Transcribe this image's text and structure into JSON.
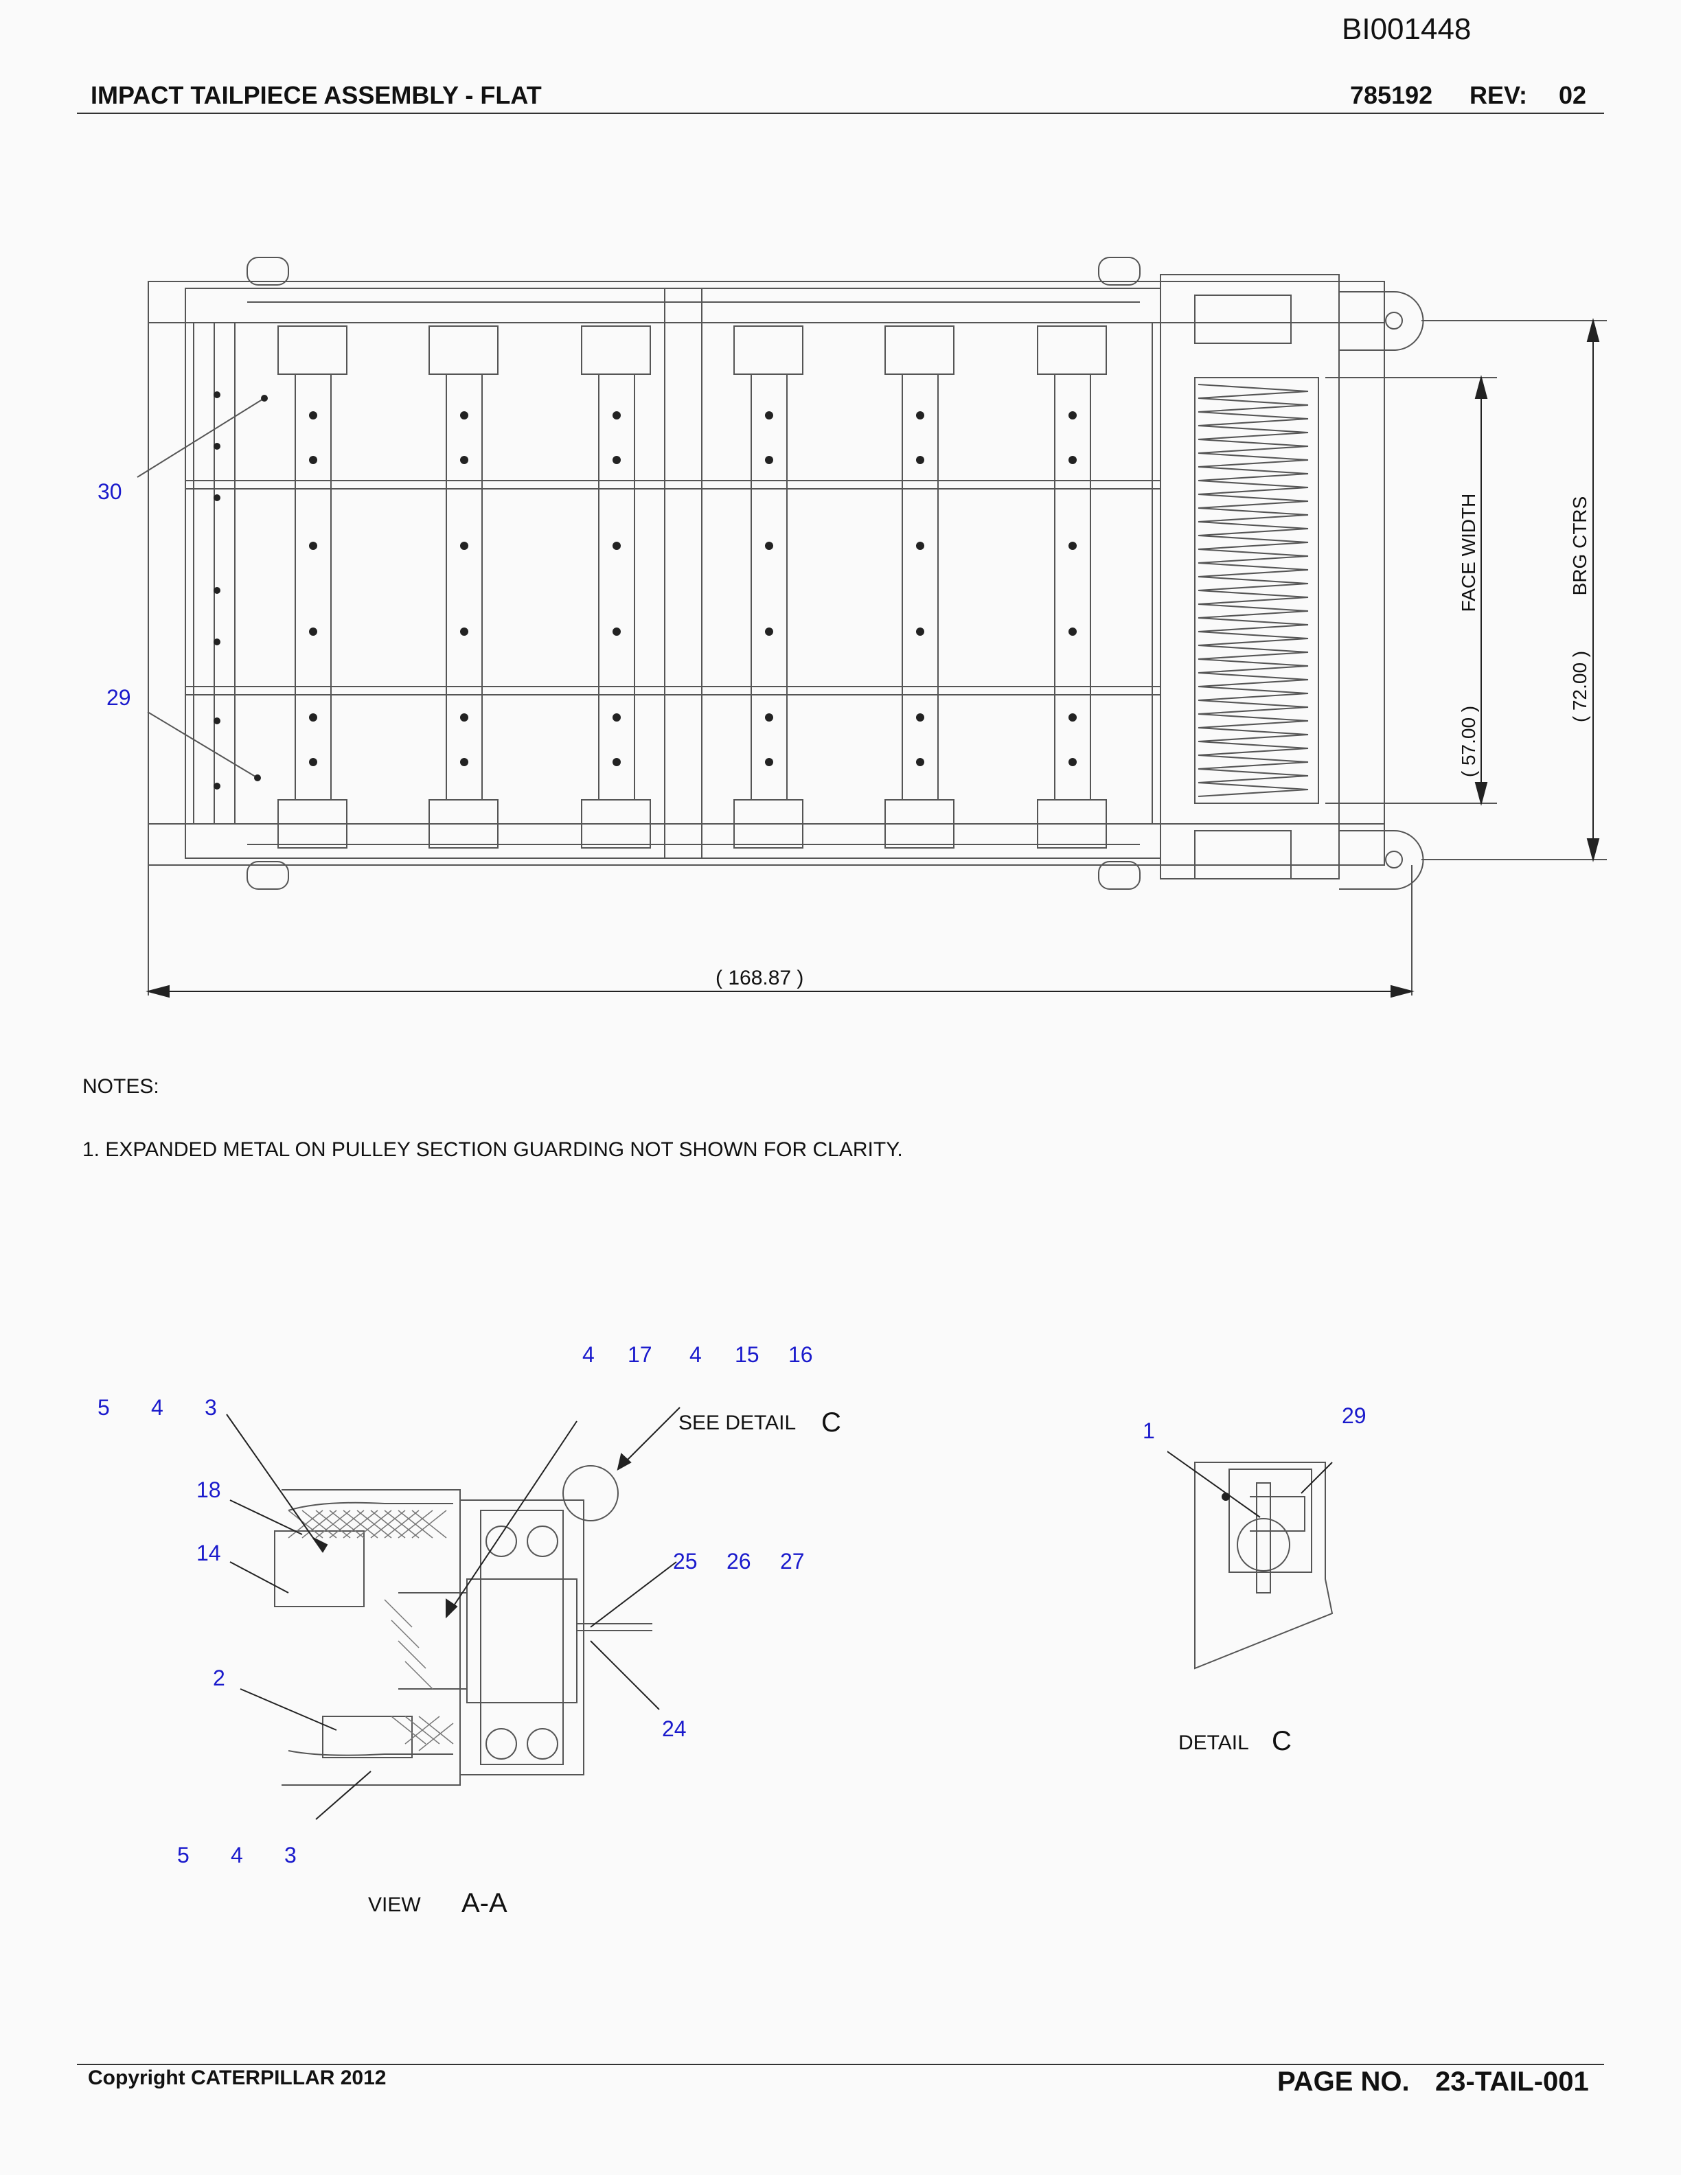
{
  "doc_id": "BI001448",
  "header": {
    "title": "IMPACT TAILPIECE ASSEMBLY - FLAT",
    "part_number": "785192",
    "rev_label": "REV:",
    "rev_value": "02"
  },
  "plan_view": {
    "callouts": [
      "30",
      "29"
    ],
    "dimensions": {
      "length": "( 168.87 )",
      "face_width_value": "( 57.00 )",
      "face_width_label": "FACE WIDTH",
      "brg_ctrs_value": "( 72.00 )",
      "brg_ctrs_label": "BRG CTRS"
    }
  },
  "notes": {
    "heading": "NOTES:",
    "items": [
      "1. EXPANDED METAL ON PULLEY SECTION GUARDING NOT SHOWN FOR CLARITY."
    ]
  },
  "view_aa": {
    "callouts_top_left": [
      "5",
      "4",
      "3"
    ],
    "callouts_top": [
      "4",
      "17",
      "4",
      "15",
      "16"
    ],
    "callout_18": "18",
    "callout_14": "14",
    "callout_2": "2",
    "callouts_25_27": [
      "25",
      "26",
      "27"
    ],
    "callout_24": "24",
    "callouts_bottom": [
      "5",
      "4",
      "3"
    ],
    "see_detail_text": "SEE DETAIL",
    "see_detail_letter": "C",
    "view_word": "VIEW",
    "view_id": "A-A"
  },
  "detail_c": {
    "callout_1": "1",
    "callout_29": "29",
    "label_word": "DETAIL",
    "label_letter": "C"
  },
  "footer": {
    "copyright": "Copyright CATERPILLAR 2012",
    "page_label": "PAGE NO.",
    "page_value": "23-TAIL-001"
  },
  "colors": {
    "callout": "#1a1acc",
    "line": "#555555",
    "text": "#111111"
  }
}
